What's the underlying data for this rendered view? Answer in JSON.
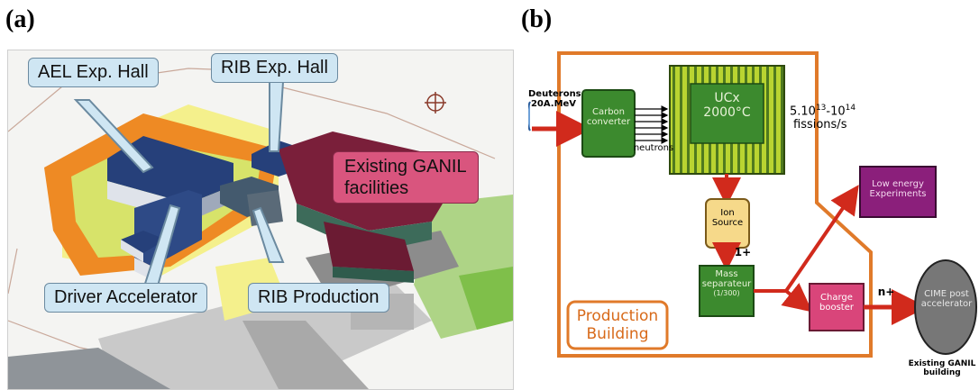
{
  "panel_a": {
    "label": "(a)",
    "callouts": {
      "ael_hall": "AEL Exp. Hall",
      "rib_hall": "RIB Exp. Hall",
      "existing_line1": "Existing GANIL",
      "existing_line2": "facilities",
      "driver": "Driver Accelerator",
      "rib_production": "RIB Production"
    }
  },
  "panel_b": {
    "label": "(b)",
    "deuterons_line1": "Deuterons",
    "deuterons_line2": "20A.MeV",
    "carbon_line1": "Carbon",
    "carbon_line2": "converter",
    "neutrons": "neutrons",
    "ucx": "UCx",
    "temperature": "2000°C",
    "fission_rate_base": "5.10",
    "fission_rate_exp1": "13",
    "fission_rate_dash": "-10",
    "fission_rate_exp2": "14",
    "fission_unit": "fissions/s",
    "ion_source_line1": "Ion",
    "ion_source_line2": "Source",
    "charge_1plus": "1+",
    "mass_line1": "Mass",
    "mass_line2": "separateur",
    "mass_line3": "(1/300)",
    "low_energy_line1": "Low energy",
    "low_energy_line2": "Experiments",
    "charge_booster_line1": "Charge",
    "charge_booster_line2": "booster",
    "charge_nplus": "n+",
    "cime_line1": "CIME post",
    "cime_line2": "accelerator",
    "existing_line1": "Existing GANIL",
    "existing_line2": "building",
    "production_line1": "Production",
    "production_line2": "Building",
    "colors": {
      "green_box": "#3c8a2e",
      "ucx_green": "#b9d431",
      "ion_source": "#f6d98a",
      "low_energy": "#8b1f7b",
      "charge_booster": "#d9457a",
      "red_arrow": "#d12a1c",
      "production_outline": "#e07a2a",
      "cime": "#777777"
    }
  }
}
